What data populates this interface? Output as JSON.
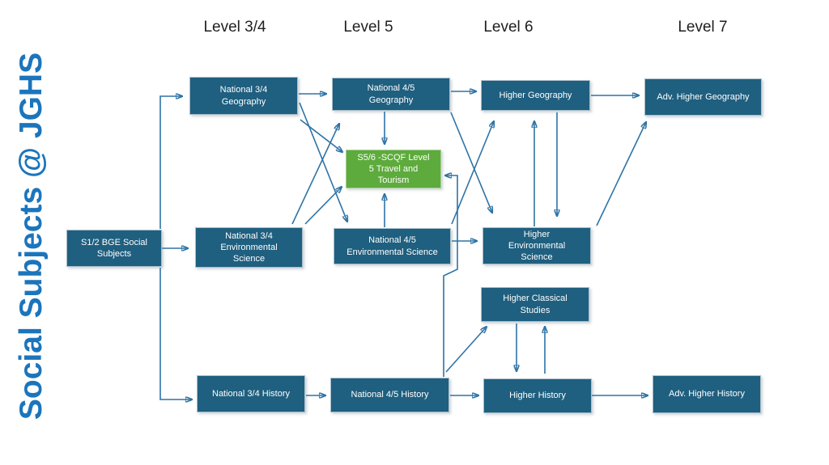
{
  "title": "Social Subjects @ JGHS",
  "levels": [
    "Level 3/4",
    "Level 5",
    "Level 6",
    "Level 7"
  ],
  "colors": {
    "node_fill": "#1F5F7F",
    "node_text": "#FFFFFF",
    "highlight_fill": "#5DAB3C",
    "connector": "#2E73A6",
    "title_text": "#1B75BC",
    "heading_text": "#1F1F1F",
    "background": "#FFFFFF"
  },
  "nodes": [
    {
      "id": "s12-bge",
      "label": "S1/2 BGE Social\nSubjects",
      "level": "BGE",
      "color": "teal"
    },
    {
      "id": "nat34-geography",
      "label": "National 3/4\nGeography",
      "level": "Level 3/4",
      "color": "teal"
    },
    {
      "id": "nat45-geography",
      "label": "National 4/5\nGeography",
      "level": "Level 5",
      "color": "teal"
    },
    {
      "id": "higher-geography",
      "label": "Higher Geography",
      "level": "Level 6",
      "color": "teal"
    },
    {
      "id": "adv-higher-geography",
      "label": "Adv. Higher Geography",
      "level": "Level 7",
      "color": "teal"
    },
    {
      "id": "travel-tourism",
      "label": "S5/6 -SCQF Level\n5 Travel and\nTourism",
      "level": "Level 5",
      "color": "green"
    },
    {
      "id": "nat34-environmental",
      "label": "National 3/4\nEnvironmental\nScience",
      "level": "Level 3/4",
      "color": "teal"
    },
    {
      "id": "nat45-environmental",
      "label": "National 4/5\nEnvironmental Science",
      "level": "Level 5",
      "color": "teal"
    },
    {
      "id": "higher-environmental",
      "label": "Higher\nEnvironmental\nScience",
      "level": "Level 6",
      "color": "teal"
    },
    {
      "id": "higher-classical",
      "label": "Higher Classical\nStudies",
      "level": "Level 6",
      "color": "teal"
    },
    {
      "id": "nat34-history",
      "label": "National 3/4 History",
      "level": "Level 3/4",
      "color": "teal"
    },
    {
      "id": "nat45-history",
      "label": "National 4/5 History",
      "level": "Level 5",
      "color": "teal"
    },
    {
      "id": "higher-history",
      "label": "Higher History",
      "level": "Level 6",
      "color": "teal"
    },
    {
      "id": "adv-higher-history",
      "label": "Adv. Higher History",
      "level": "Level 7",
      "color": "teal"
    }
  ],
  "edges": [
    {
      "from": "s12-bge",
      "to": "nat34-geography"
    },
    {
      "from": "s12-bge",
      "to": "nat34-environmental"
    },
    {
      "from": "s12-bge",
      "to": "nat34-history"
    },
    {
      "from": "nat34-geography",
      "to": "nat45-geography"
    },
    {
      "from": "nat34-geography",
      "to": "travel-tourism"
    },
    {
      "from": "nat34-geography",
      "to": "nat45-environmental"
    },
    {
      "from": "nat34-environmental",
      "to": "nat45-environmental"
    },
    {
      "from": "nat34-environmental",
      "to": "nat45-geography"
    },
    {
      "from": "nat34-environmental",
      "to": "travel-tourism"
    },
    {
      "from": "nat45-geography",
      "to": "higher-geography"
    },
    {
      "from": "nat45-geography",
      "to": "travel-tourism"
    },
    {
      "from": "nat45-geography",
      "to": "higher-environmental"
    },
    {
      "from": "nat45-environmental",
      "to": "travel-tourism"
    },
    {
      "from": "nat45-environmental",
      "to": "higher-geography"
    },
    {
      "from": "nat45-environmental",
      "to": "higher-environmental"
    },
    {
      "from": "higher-geography",
      "to": "adv-higher-geography"
    },
    {
      "from": "higher-environmental",
      "to": "higher-geography"
    },
    {
      "from": "higher-geography",
      "to": "higher-environmental"
    },
    {
      "from": "higher-environmental",
      "to": "adv-higher-geography"
    },
    {
      "from": "nat34-history",
      "to": "nat45-history"
    },
    {
      "from": "nat45-history",
      "to": "higher-history"
    },
    {
      "from": "nat45-history",
      "to": "travel-tourism"
    },
    {
      "from": "nat45-history",
      "to": "higher-classical"
    },
    {
      "from": "higher-classical",
      "to": "higher-history"
    },
    {
      "from": "higher-history",
      "to": "higher-classical"
    },
    {
      "from": "higher-history",
      "to": "adv-higher-history"
    }
  ]
}
